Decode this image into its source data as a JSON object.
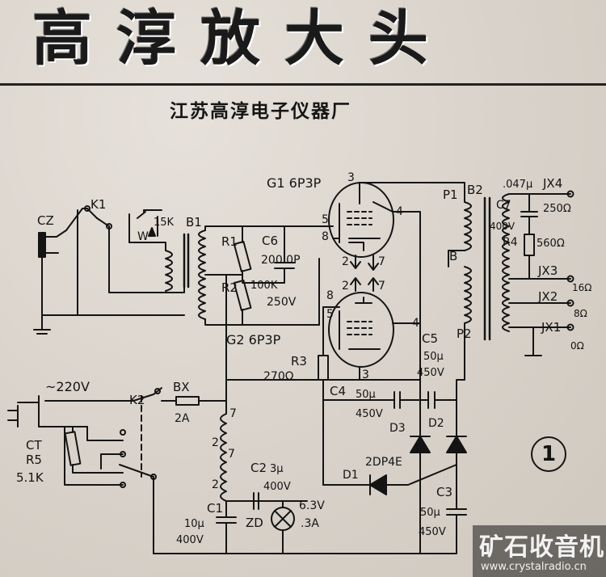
{
  "header": {
    "title": "高淳放大头",
    "subtitle": "江苏高淳电子仪器厂"
  },
  "figure_number": "1",
  "watermark": {
    "name": "矿石收音机",
    "url": "www.crystalradio.cn"
  },
  "labels": {
    "cz": "CZ",
    "k1": "K1",
    "w_value": "15K",
    "w": "W",
    "b1": "B1",
    "r1": "R1",
    "c6": "C6",
    "c6_value": "200 0P",
    "r2": "R2",
    "r2_value": "100K",
    "v250": "250V",
    "g1": "G1 6P3P",
    "g2": "G2 6P3P",
    "pin3_top": "3",
    "pin4_top": "4",
    "pin5_top": "5",
    "pin8_top": "8",
    "pin2_top": "2",
    "pin7_top": "7",
    "pin8_bot": "8",
    "pin5_bot": "5",
    "pin2_bot": "2",
    "pin7_bot": "7",
    "pin4_bot": "4",
    "pin3_bot": "3",
    "r3": "R3",
    "r3_value": "270Ω",
    "c5": "C5",
    "c5_value": "50μ",
    "c5_volt": "450V",
    "c4": "C4",
    "c4_value": "50μ",
    "c4_volt": "450V",
    "p1": "P1",
    "p2": "P2",
    "b2": "B2",
    "b": "B",
    "c7_value": ".047μ",
    "c7": "C7",
    "c7_volt": "400V",
    "r4": "R4",
    "r4_value": "560Ω",
    "jx4": "JX4",
    "jx4_imp": "250Ω",
    "jx3": "JX3",
    "jx3_imp": "16Ω",
    "jx2": "JX2",
    "jx2_imp": "8Ω",
    "jx1": "JX1",
    "jx1_imp": "0Ω",
    "mains": "~220V",
    "k2": "K2",
    "bx": "BX",
    "bx_value": "2A",
    "ct": "CT",
    "r5": "R5",
    "r5_value": "5.1K",
    "choke_pin7a": "7",
    "choke_pin2a": "2",
    "choke_pin7b": "7",
    "choke_pin2b": "2",
    "c2": "C2",
    "c2_value": "3μ",
    "c2_volt": "400V",
    "c1": "C1",
    "c1_value": "10μ",
    "c1_volt": "400V",
    "zd": "ZD",
    "zd_volt": "6.3V",
    "zd_amp": ".3A",
    "d3": "D3",
    "d2": "D2",
    "d1": "D1",
    "diode_type": "2DP4E",
    "c3": "C3",
    "c3_value": "50μ",
    "c3_volt": "450V"
  }
}
